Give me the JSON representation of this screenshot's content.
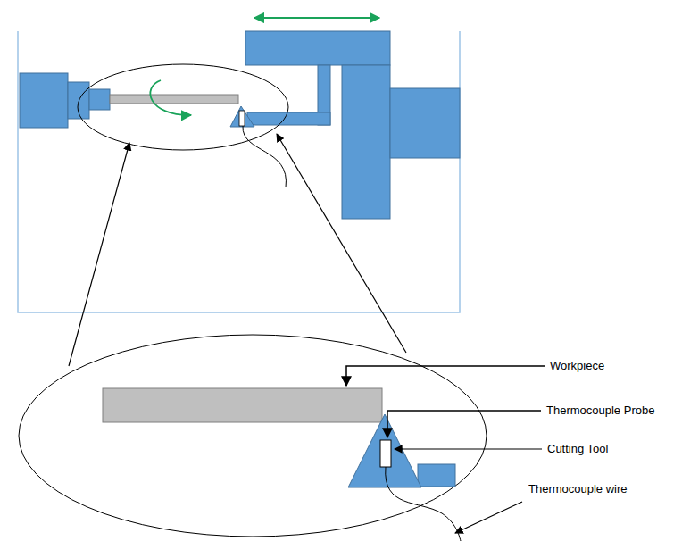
{
  "diagram": {
    "labels": [
      "Workpiece",
      "Thermocouple Probe",
      "Cutting Tool",
      "Thermocouple wire"
    ]
  }
}
